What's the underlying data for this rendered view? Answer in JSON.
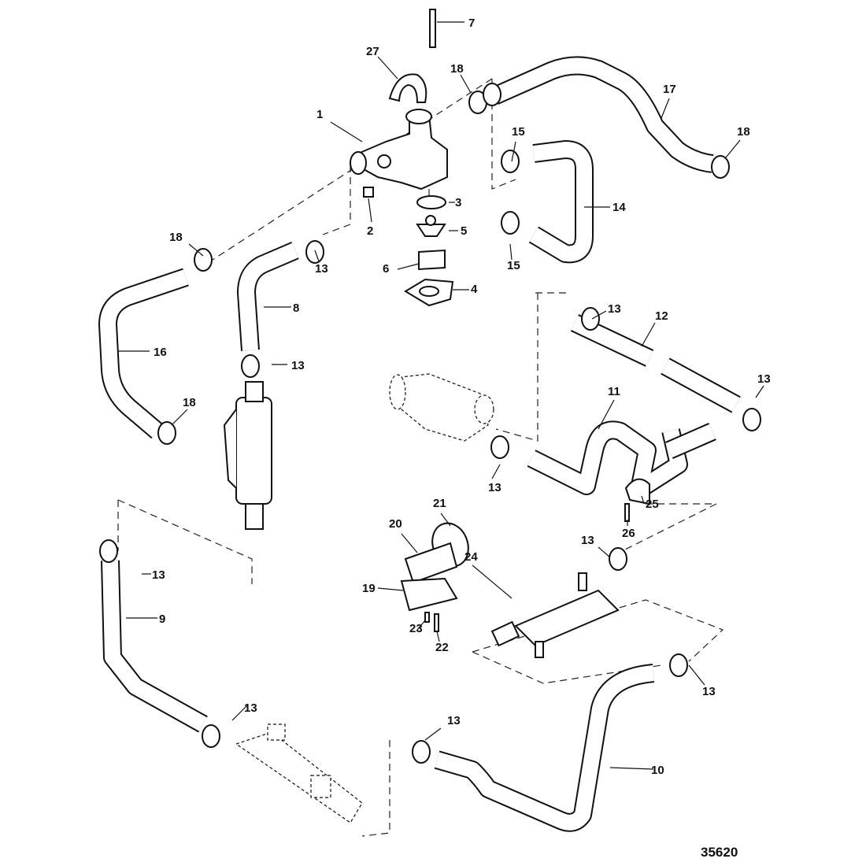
{
  "diagram": {
    "figure_number": "35620",
    "callouts": [
      "7",
      "27",
      "18",
      "1",
      "17",
      "18",
      "15",
      "3",
      "14",
      "2",
      "5",
      "18",
      "13",
      "15",
      "6",
      "4",
      "8",
      "13",
      "12",
      "16",
      "13",
      "13",
      "11",
      "18",
      "13",
      "25",
      "26",
      "21",
      "20",
      "13",
      "13",
      "19",
      "24",
      "9",
      "23",
      "22",
      "13",
      "13",
      "13",
      "10"
    ]
  }
}
